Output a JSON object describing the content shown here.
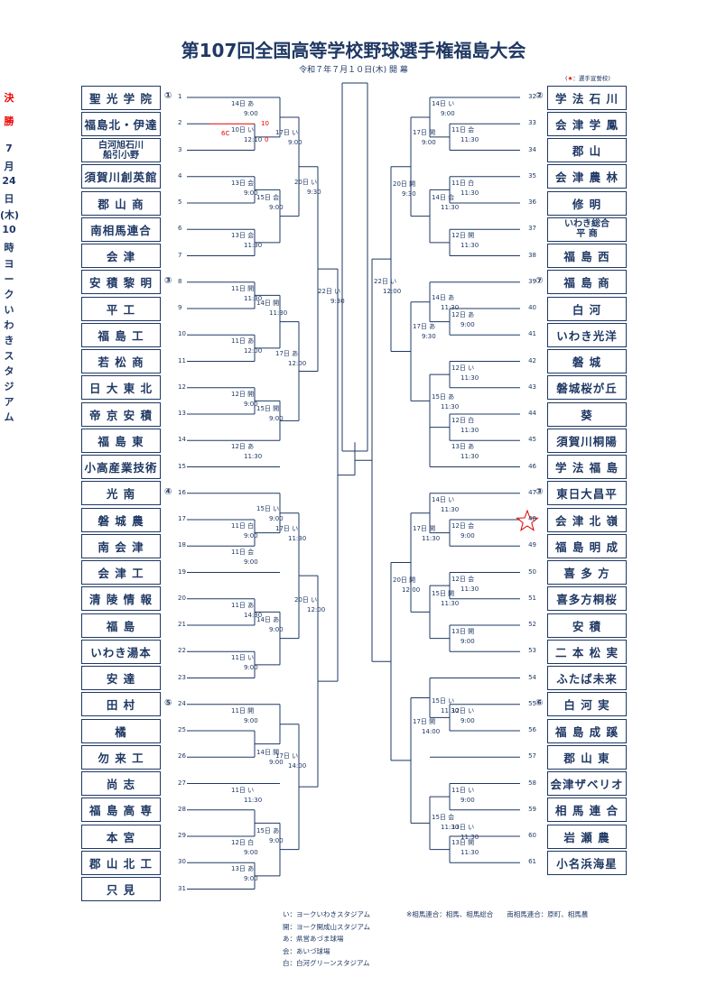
{
  "title": "第107回全国高等学校野球選手権福島大会",
  "subtitle": "令和７年７月１０日(木) 開 幕",
  "legend_note": {
    "star": "★",
    "text": "：選手宣誓校"
  },
  "seeds_left": [
    "①",
    "③",
    "④",
    "⑤"
  ],
  "seeds_right": [
    "②",
    "⑦",
    "③",
    "⑥"
  ],
  "left_teams": [
    {
      "n": "1",
      "name": "聖 光 学 院"
    },
    {
      "n": "2",
      "name": "福島北・伊達"
    },
    {
      "n": "3",
      "name": "白河旭石川／船引小野"
    },
    {
      "n": "4",
      "name": "須賀川創英館"
    },
    {
      "n": "5",
      "name": "郡  山  商"
    },
    {
      "n": "6",
      "name": "南相馬連合"
    },
    {
      "n": "7",
      "name": "会      津"
    },
    {
      "n": "8",
      "name": "安 積 黎 明"
    },
    {
      "n": "9",
      "name": "平      工"
    },
    {
      "n": "10",
      "name": "福  島  工"
    },
    {
      "n": "11",
      "name": "若  松  商"
    },
    {
      "n": "12",
      "name": "日 大 東 北"
    },
    {
      "n": "13",
      "name": "帝 京 安 積"
    },
    {
      "n": "14",
      "name": "福  島  東"
    },
    {
      "n": "15",
      "name": "小高産業技術"
    },
    {
      "n": "16",
      "name": "光      南"
    },
    {
      "n": "17",
      "name": "磐  城  農"
    },
    {
      "n": "18",
      "name": "南  会  津"
    },
    {
      "n": "19",
      "name": "会  津  工"
    },
    {
      "n": "20",
      "name": "清 陵 情 報"
    },
    {
      "n": "21",
      "name": "福      島"
    },
    {
      "n": "22",
      "name": "いわき湯本"
    },
    {
      "n": "23",
      "name": "安      達"
    },
    {
      "n": "24",
      "name": "田      村"
    },
    {
      "n": "25",
      "name": "橘"
    },
    {
      "n": "26",
      "name": "勿  来  工"
    },
    {
      "n": "27",
      "name": "尚      志"
    },
    {
      "n": "28",
      "name": "福 島 高 専"
    },
    {
      "n": "29",
      "name": "本      宮"
    },
    {
      "n": "30",
      "name": "郡 山 北 工"
    },
    {
      "n": "31",
      "name": "只      見"
    }
  ],
  "right_teams": [
    {
      "n": "32",
      "name": "学 法 石 川"
    },
    {
      "n": "33",
      "name": "会 津 学 鳳"
    },
    {
      "n": "34",
      "name": "郡      山"
    },
    {
      "n": "35",
      "name": "会 津 農 林"
    },
    {
      "n": "36",
      "name": "修      明"
    },
    {
      "n": "37",
      "name": "いわき総合／平      商"
    },
    {
      "n": "38",
      "name": "福  島  西"
    },
    {
      "n": "39",
      "name": "福  島  商"
    },
    {
      "n": "40",
      "name": "白      河"
    },
    {
      "n": "41",
      "name": "いわき光洋"
    },
    {
      "n": "42",
      "name": "磐      城"
    },
    {
      "n": "43",
      "name": "磐城桜が丘"
    },
    {
      "n": "44",
      "name": "葵"
    },
    {
      "n": "45",
      "name": "須賀川桐陽"
    },
    {
      "n": "46",
      "name": "学 法 福 島"
    },
    {
      "n": "47",
      "name": "東日大昌平"
    },
    {
      "n": "48",
      "name": "会 津 北 嶺"
    },
    {
      "n": "49",
      "name": "福 島 明 成"
    },
    {
      "n": "50",
      "name": "喜  多  方"
    },
    {
      "n": "51",
      "name": "喜多方桐桜"
    },
    {
      "n": "52",
      "name": "安      積"
    },
    {
      "n": "53",
      "name": "二 本 松 実"
    },
    {
      "n": "54",
      "name": "ふたば未来"
    },
    {
      "n": "55",
      "name": "白  河  実"
    },
    {
      "n": "56",
      "name": "福 島 成 蹊"
    },
    {
      "n": "57",
      "name": "郡  山  東"
    },
    {
      "n": "58",
      "name": "会津ザベリオ"
    },
    {
      "n": "59",
      "name": "相 馬 連 合"
    },
    {
      "n": "60",
      "name": "岩  瀬  農"
    },
    {
      "n": "61",
      "name": "小名浜海星"
    }
  ],
  "final": {
    "label_chars": [
      "決",
      "勝"
    ],
    "date_chars": [
      "7",
      "月",
      "24",
      "日",
      "(木)",
      "10",
      "時",
      "ヨ",
      "ー",
      "ク",
      "い",
      "わ",
      "き",
      "ス",
      "タ",
      "ジ",
      "ア",
      "ム"
    ]
  },
  "left_tags": [
    [
      "14日 あ",
      "9:00"
    ],
    [
      "10日 い",
      "12:10"
    ],
    [
      "13日 会",
      "9:00"
    ],
    [
      "15日 会",
      "9:00"
    ],
    [
      "13日 会",
      "11:30"
    ],
    [
      "17日 い",
      "9:00"
    ],
    [
      "11日 開",
      "11:30"
    ],
    [
      "14日 開",
      "11:30"
    ],
    [
      "11日 あ",
      "12:00"
    ],
    [
      "12日 開",
      "9:00"
    ],
    [
      "15日 開",
      "9:00"
    ],
    [
      "12日 あ",
      "11:30"
    ],
    [
      "17日 あ",
      "12:00"
    ],
    [
      "20日 い",
      "9:30"
    ],
    [
      "11日 白",
      "9:00"
    ],
    [
      "15日 い",
      "9:00"
    ],
    [
      "11日 会",
      "9:00"
    ],
    [
      "14日 あ",
      "9:00"
    ],
    [
      "11日 あ",
      "14:30"
    ],
    [
      "11日 い",
      "9:00"
    ],
    [
      "17日 い",
      "11:30"
    ],
    [
      "11日 開",
      "9:00"
    ],
    [
      "14日 開",
      "9:00"
    ],
    [
      "11日 い",
      "11:30"
    ],
    [
      "12日 白",
      "9:00"
    ],
    [
      "15日 あ",
      "9:00"
    ],
    [
      "13日 あ",
      "9:00"
    ],
    [
      "17日 い",
      "14:00"
    ],
    [
      "20日 い",
      "12:00"
    ],
    [
      "22日 い",
      "9:30"
    ]
  ],
  "right_tags": [
    [
      "14日 い",
      "9:00"
    ],
    [
      "11日 会",
      "11:30"
    ],
    [
      "11日 白",
      "11:30"
    ],
    [
      "14日 会",
      "11:30"
    ],
    [
      "12日 開",
      "11:30"
    ],
    [
      "17日 開",
      "9:00"
    ],
    [
      "12日 あ",
      "9:00"
    ],
    [
      "14日 あ",
      "11:30"
    ],
    [
      "12日 い",
      "11:30"
    ],
    [
      "12日 白",
      "11:30"
    ],
    [
      "15日 あ",
      "11:30"
    ],
    [
      "13日 あ",
      "11:30"
    ],
    [
      "17日 あ",
      "9:30"
    ],
    [
      "20日 開",
      "9:30"
    ],
    [
      "14日 い",
      "11:30"
    ],
    [
      "12日 会",
      "9:00"
    ],
    [
      "12日 会",
      "11:30"
    ],
    [
      "15日 開",
      "11:30"
    ],
    [
      "13日 開",
      "9:00"
    ],
    [
      "17日 開",
      "11:30"
    ],
    [
      "12日 い",
      "9:00"
    ],
    [
      "15日 い",
      "11:30"
    ],
    [
      "11日 い",
      "9:00"
    ],
    [
      "13日 い",
      "11:30"
    ],
    [
      "15日 会",
      "11:30"
    ],
    [
      "13日 開",
      "11:30"
    ],
    [
      "17日 開",
      "14:00"
    ],
    [
      "20日 開",
      "12:00"
    ],
    [
      "22日 い",
      "12:00"
    ]
  ],
  "result_2v3": {
    "score_top": "10",
    "score_bottom": "0",
    "note": "6C"
  },
  "footnotes": {
    "venues": [
      "い：ヨークいわきスタジアム",
      "開：ヨーク開成山スタジアム",
      "あ：県営あづま球場",
      "会：あいづ球場",
      "白：白河グリーンスタジアム"
    ],
    "notes": "※相馬連合：相馬、相馬総合　　南相馬連合：原町、相馬農"
  },
  "colors": {
    "ink": "#1f3864",
    "red": "#e00000"
  }
}
